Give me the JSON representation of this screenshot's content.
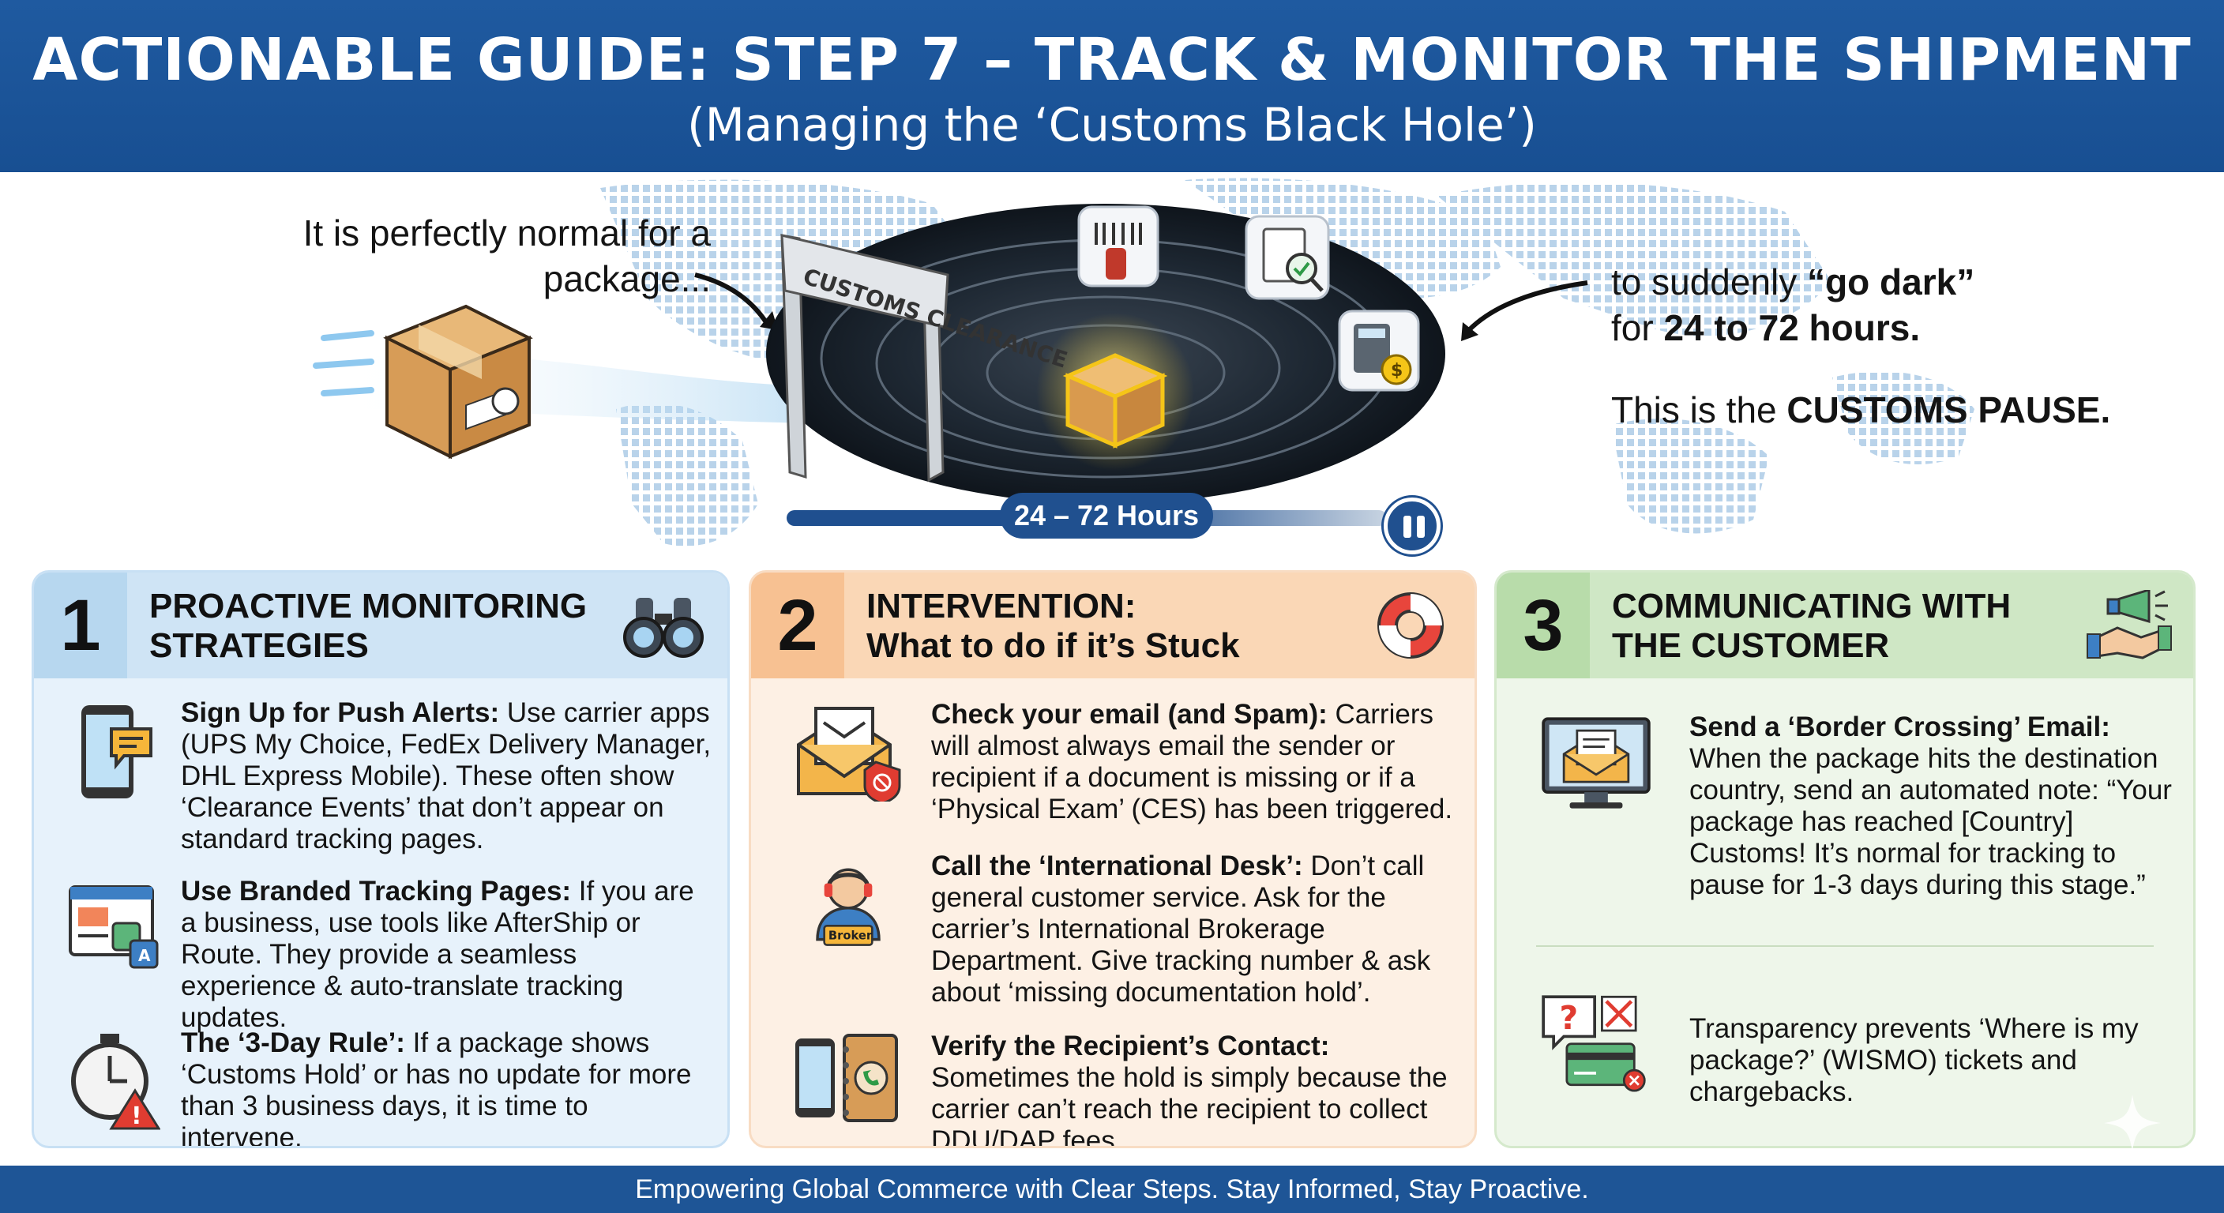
{
  "header": {
    "title": "ACTIONABLE GUIDE: STEP 7 – TRACK & MONITOR THE SHIPMENT",
    "subtitle": "(Managing the ‘Customs Black Hole’)"
  },
  "hero": {
    "left_text": "It is perfectly normal for a package...",
    "right_text_prefix": "to suddenly ",
    "right_text_bold1": "“go dark”",
    "right_text_mid": " for ",
    "right_text_bold2": "24 to 72 hours.",
    "pause_prefix": "This is the ",
    "pause_bold": "CUSTOMS PAUSE.",
    "gate_sign": "CUSTOMS CLEARANCE",
    "timebar_label": "24 – 72 Hours",
    "icons": [
      "barcode-scanner-icon",
      "document-check-icon",
      "calculator-icon",
      "package-icon",
      "pause-icon"
    ]
  },
  "panels": [
    {
      "number": "1",
      "title_line1": "PROACTIVE MONITORING",
      "title_line2": "STRATEGIES",
      "icon": "binoculars-icon",
      "items": [
        {
          "icon": "smartphone-alert-icon",
          "bold": "Sign Up for Push Alerts:",
          "text": " Use carrier apps (UPS My Choice, FedEx Delivery Manager, DHL Express Mobile). These often show ‘Clearance Events’ that don’t appear on standard tracking pages."
        },
        {
          "icon": "translate-page-icon",
          "bold": "Use Branded Tracking Pages:",
          "text": " If you are a business, use tools like AfterShip or Route. They provide a seamless experience & auto-translate tracking updates."
        },
        {
          "icon": "stopwatch-warning-icon",
          "bold": "The ‘3-Day Rule’:",
          "text": " If a package shows ‘Customs Hold’ or has no update for more than 3 business days, it is time to intervene."
        }
      ]
    },
    {
      "number": "2",
      "title_line1": "INTERVENTION:",
      "title_line2": "What to do if it’s Stuck",
      "icon": "lifebuoy-icon",
      "items": [
        {
          "icon": "email-shield-icon",
          "bold": "Check your email (and Spam):",
          "text": " Carriers will almost always email the sender or recipient if a document is missing or if a ‘Physical Exam’ (CES) has been triggered."
        },
        {
          "icon": "broker-headset-icon",
          "badge": "Broker",
          "bold": "Call the ‘International Desk’:",
          "text": " Don’t call general customer service. Ask for the carrier’s International Brokerage Department. Give tracking number & ask about ‘missing documentation hold’."
        },
        {
          "icon": "phone-contacts-icon",
          "bold": "Verify the Recipient’s Contact:",
          "text": " Sometimes the hold is simply because the carrier can’t reach the recipient to collect DDU/DAP fees."
        }
      ]
    },
    {
      "number": "3",
      "title_line1": "COMMUNICATING WITH",
      "title_line2": "THE CUSTOMER",
      "icon": "megaphone-handshake-icon",
      "items": [
        {
          "icon": "monitor-email-icon",
          "bold": "Send a ‘Border Crossing’ Email:",
          "text": " When the package hits the destination country, send an automated note: “Your package has reached [Country] Customs! It’s normal for tracking to pause for 1-3 days during this stage.”"
        },
        {
          "icon": "question-card-icon",
          "bold": "",
          "text": "Transparency prevents ‘Where is my package?’ (WISMO) tickets and chargebacks."
        }
      ]
    }
  ],
  "footer": {
    "text": "Empowering Global Commerce with Clear Steps. Stay Informed, Stay Proactive."
  },
  "colors": {
    "header_blue": "#1f5aa0",
    "panel1_bg": "#e7f2fb",
    "panel2_bg": "#fdf0e4",
    "panel3_bg": "#eef6ea",
    "accent_yellow": "#f5c518"
  }
}
